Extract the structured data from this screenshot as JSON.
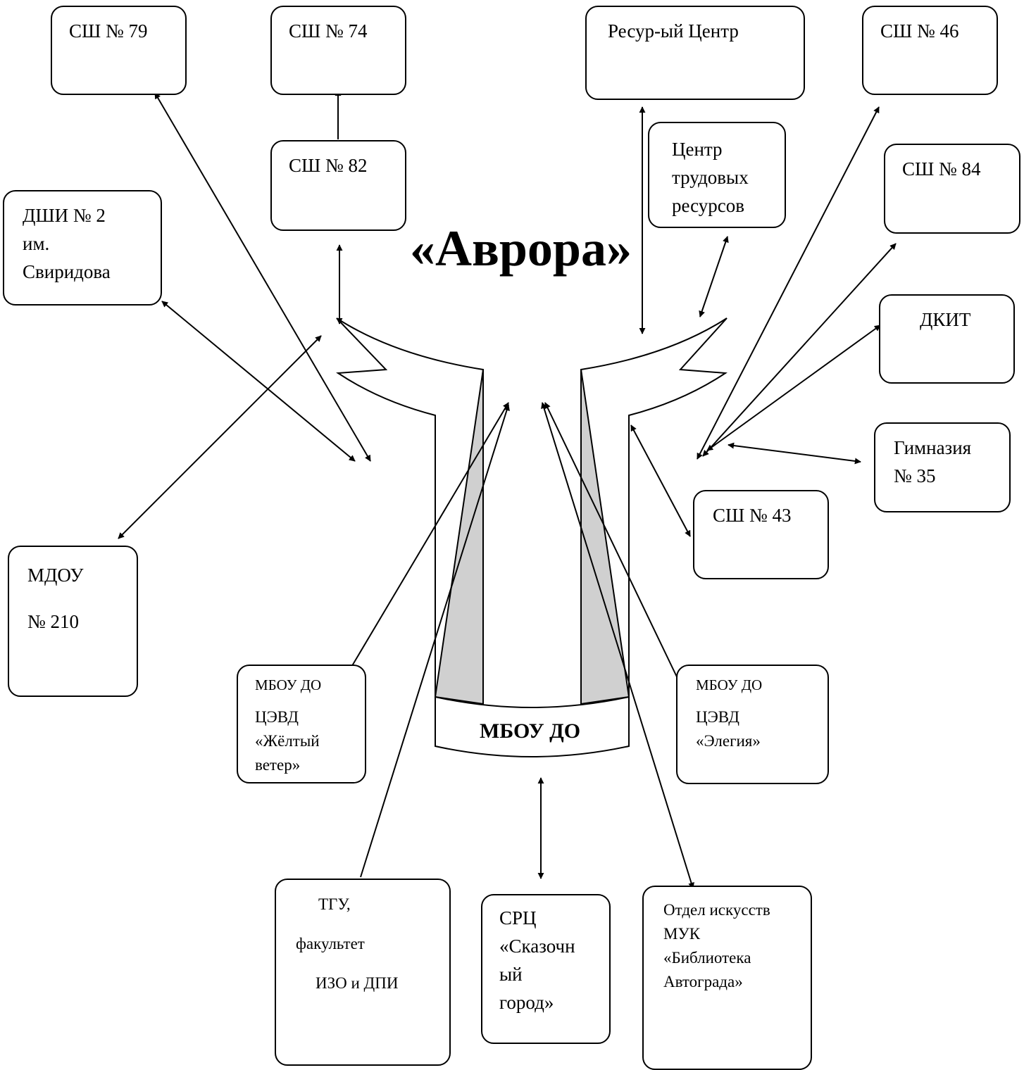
{
  "title": "«Аврора»",
  "center": {
    "label": "МБОУ ДО"
  },
  "nodes": {
    "sh79": "СШ № 79",
    "sh74": "СШ № 74",
    "sh82": "СШ № 82",
    "resource_center": "Ресур-ый Центр",
    "sh46": "СШ № 46",
    "labor_center": "Центр\nтрудовых\nресурсов",
    "sh84": "СШ № 84",
    "dshi2": "ДШИ № 2\nим.\nСвиридова",
    "dkit": "ДКИТ",
    "gym35": "Гимназия\n№ 35",
    "sh43": "СШ № 43",
    "mdou210_line1": "МДОУ",
    "mdou210_line2": "№ 210",
    "yellow_wind_line1": "МБОУ ДО",
    "yellow_wind_line2": "ЦЭВД\n«Жёлтый\nветер»",
    "elegia_line1": "МБОУ ДО",
    "elegia_line2": "ЦЭВД\n«Элегия»",
    "tgu_line1": "ТГУ,",
    "tgu_line2": "факультет",
    "tgu_line3": "ИЗО и  ДПИ",
    "src": "СРЦ\n«Сказочн\nый\nгород»",
    "library": "Отдел искусств\nМУК\n«Библиотека\nАвтограда»"
  },
  "colors": {
    "line": "#000000",
    "shade": "#d0d0d0",
    "background": "#ffffff"
  }
}
